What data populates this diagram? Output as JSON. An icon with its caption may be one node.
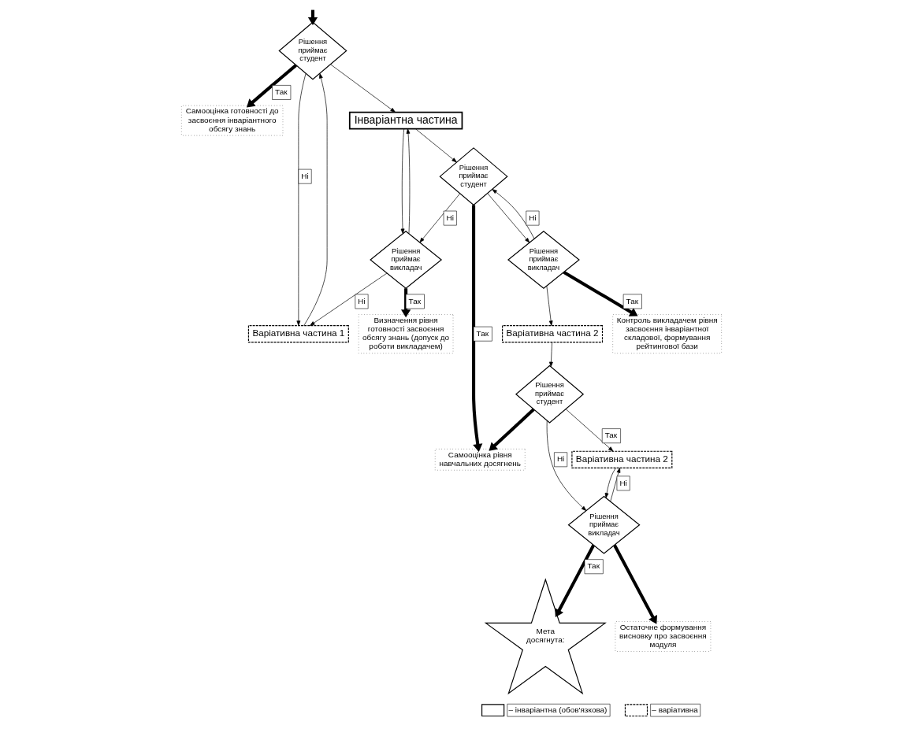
{
  "diagram": {
    "nodes": [
      {
        "text": [
          "Самооцінка готовності до засвоєння інваріантного обсягу знань"
        ]
      },
      {
        "text": [
          "Рішення приймає студент"
        ]
      },
      {
        "text": [
          "Визначення рівня готовності засвоєння обсягу знань (допуск до роботи викладачем)"
        ]
      },
      {
        "text": [
          "Варіативна частина 1"
        ]
      },
      {
        "text": [
          "Інваріантна частина"
        ]
      },
      {
        "text": [
          "Рішення приймає викладач"
        ]
      },
      {
        "text": [
          "Самооцінка рівня навчальних досягнень"
        ]
      },
      {
        "text": [
          "Рішення приймає студент"
        ]
      },
      {
        "text": [
          "Контроль викладачем рівня засвоєння інваріантної складової, формування рейтингової бази"
        ]
      },
      {
        "text": [
          "Рішення приймає викладач"
        ]
      },
      {
        "text": [
          "Варіативна частина 2"
        ]
      },
      {
        "text": [
          "Рішення приймає студент"
        ]
      },
      {
        "text": [
          "Варіативна частина 2"
        ]
      },
      {
        "text": [
          "Мета досягнута:"
        ]
      },
      {
        "text": [
          "Рішення приймає викладач"
        ]
      },
      {
        "text": [
          "Остаточне формування висновку про засвоєння модуля"
        ]
      }
    ],
    "edges": [
      {
        "from": null,
        "to": 1,
        "arrow": "to",
        "style": "thick"
      },
      {
        "from": 1,
        "to": 0,
        "arrow": "to",
        "label": "Так",
        "style": "thick"
      },
      {
        "from": 1,
        "to": 3,
        "arrow": "to",
        "label": "Ні"
      },
      {
        "from": 1,
        "to": 4,
        "arrow": "to"
      },
      {
        "from": 3,
        "to": 1,
        "arrow": "to"
      },
      {
        "from": 4,
        "to": 5,
        "arrow": "to"
      },
      {
        "from": 5,
        "to": 2,
        "arrow": "to",
        "label": "Так",
        "style": "thick"
      },
      {
        "from": 5,
        "to": 4,
        "arrow": "to"
      },
      {
        "from": 5,
        "to": 3,
        "arrow": "to",
        "label": "Ні"
      },
      {
        "from": 4,
        "to": 7,
        "arrow": "to"
      },
      {
        "from": 7,
        "to": 6,
        "arrow": "to",
        "label": "Так",
        "style": "thick"
      },
      {
        "from": 7,
        "to": 5,
        "arrow": "to",
        "label": "Ні"
      },
      {
        "from": 7,
        "to": 9,
        "arrow": "to"
      },
      {
        "from": 9,
        "to": 8,
        "arrow": "to",
        "label": "Так",
        "style": "thick"
      },
      {
        "from": 9,
        "to": 7,
        "arrow": "to",
        "label": "Ні"
      },
      {
        "from": 9,
        "to": 10,
        "arrow": "to"
      },
      {
        "from": 10,
        "to": 11,
        "arrow": "to"
      },
      {
        "from": 11,
        "to": 6,
        "arrow": "to",
        "style": "thick"
      },
      {
        "from": 11,
        "to": 12,
        "arrow": "to",
        "label": "Так"
      },
      {
        "from": 11,
        "to": 14,
        "arrow": "to",
        "label": "Ні"
      },
      {
        "from": 12,
        "to": 14,
        "arrow": "to"
      },
      {
        "from": 14,
        "to": 12,
        "arrow": "to",
        "label": "Ні"
      },
      {
        "from": 14,
        "to": 13,
        "arrow": "to",
        "label": "Так",
        "style": "thick"
      },
      {
        "from": 14,
        "to": 15,
        "arrow": "to",
        "style": "thick"
      }
    ],
    "legend": [
      {
        "text": "– інваріантна (обов'язкова)"
      },
      {
        "text": "– варіативна"
      }
    ]
  }
}
